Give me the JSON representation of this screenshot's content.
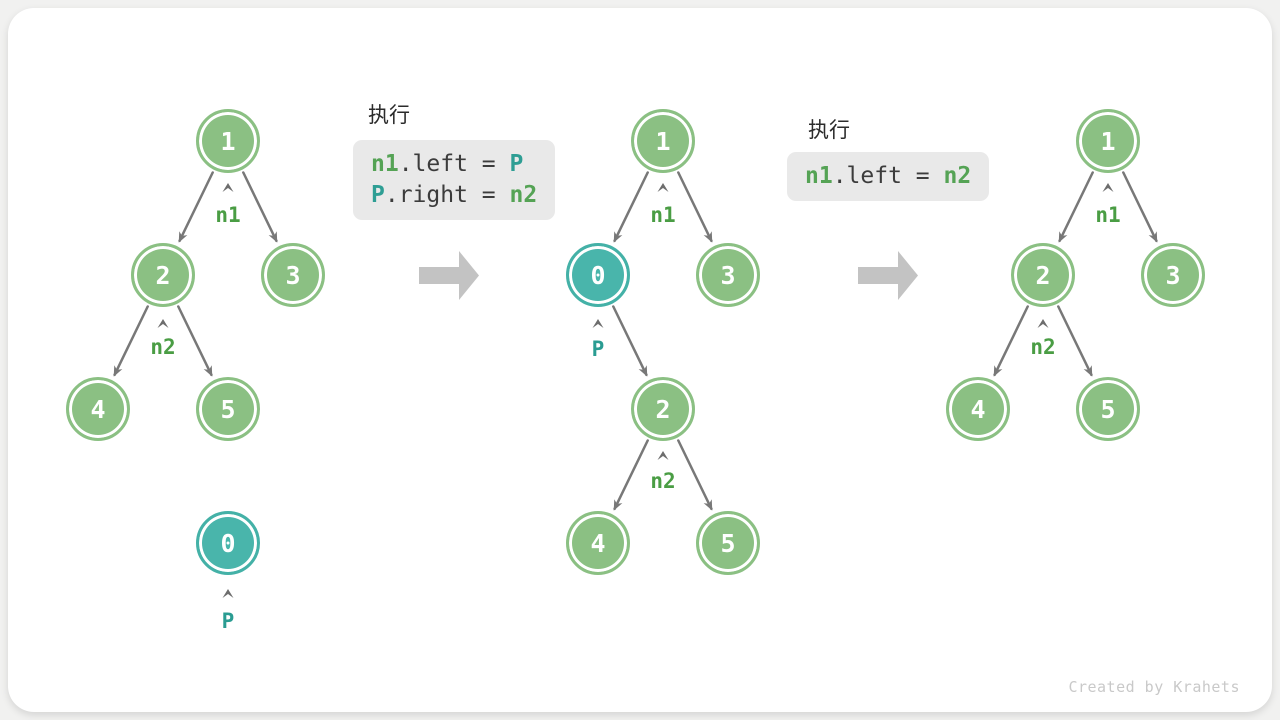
{
  "panels": [
    {
      "title": "执行",
      "lines": [
        {
          "tokens": [
            {
              "t": "n1"
            },
            {
              "t": ".left = "
            },
            {
              "t": "P"
            }
          ]
        },
        {
          "tokens": [
            {
              "t": "P"
            },
            {
              "t": ".right = "
            },
            {
              "t": "n2"
            }
          ]
        }
      ]
    },
    {
      "title": "执行",
      "lines": [
        {
          "tokens": [
            {
              "t": "n1"
            },
            {
              "t": ".left = "
            },
            {
              "t": "n2"
            }
          ]
        }
      ]
    }
  ],
  "trees": [
    {
      "name": "initial tree with detached node P",
      "nodes": [
        {
          "label": "1",
          "variant": "green"
        },
        {
          "label": "2",
          "variant": "green"
        },
        {
          "label": "3",
          "variant": "green"
        },
        {
          "label": "4",
          "variant": "green"
        },
        {
          "label": "5",
          "variant": "green"
        },
        {
          "label": "0",
          "variant": "teal"
        }
      ],
      "pointers": [
        {
          "label": "n1",
          "variant": "green"
        },
        {
          "label": "n2",
          "variant": "green"
        },
        {
          "label": "P",
          "variant": "teal"
        }
      ]
    },
    {
      "name": "tree after inserting node P between n1 and n2",
      "nodes": [
        {
          "label": "1",
          "variant": "green"
        },
        {
          "label": "0",
          "variant": "teal"
        },
        {
          "label": "3",
          "variant": "green"
        },
        {
          "label": "2",
          "variant": "green"
        },
        {
          "label": "4",
          "variant": "green"
        },
        {
          "label": "5",
          "variant": "green"
        }
      ],
      "pointers": [
        {
          "label": "n1",
          "variant": "green"
        },
        {
          "label": "P",
          "variant": "teal"
        },
        {
          "label": "n2",
          "variant": "green"
        }
      ]
    },
    {
      "name": "tree after removing node P",
      "nodes": [
        {
          "label": "1",
          "variant": "green"
        },
        {
          "label": "2",
          "variant": "green"
        },
        {
          "label": "3",
          "variant": "green"
        },
        {
          "label": "4",
          "variant": "green"
        },
        {
          "label": "5",
          "variant": "green"
        }
      ],
      "pointers": [
        {
          "label": "n1",
          "variant": "green"
        },
        {
          "label": "n2",
          "variant": "green"
        }
      ]
    }
  ],
  "icons": {
    "pointer": "caret-up-icon",
    "transition": "arrow-right-icon"
  },
  "colors": {
    "node_green": "#8bc083",
    "node_teal": "#49b5ab",
    "pointer_green": "#4a9d44",
    "pointer_teal": "#2a9c92",
    "code_green": "#55a355",
    "code_teal": "#2e9e94",
    "code_text": "#3c3c3c",
    "code_background": "#e9e9e9",
    "edge_gray": "#787878",
    "block_arrow_gray": "#c3c3c3",
    "credit_gray": "#c9c9c9"
  },
  "footer": {
    "credit": "Created by Krahets"
  }
}
